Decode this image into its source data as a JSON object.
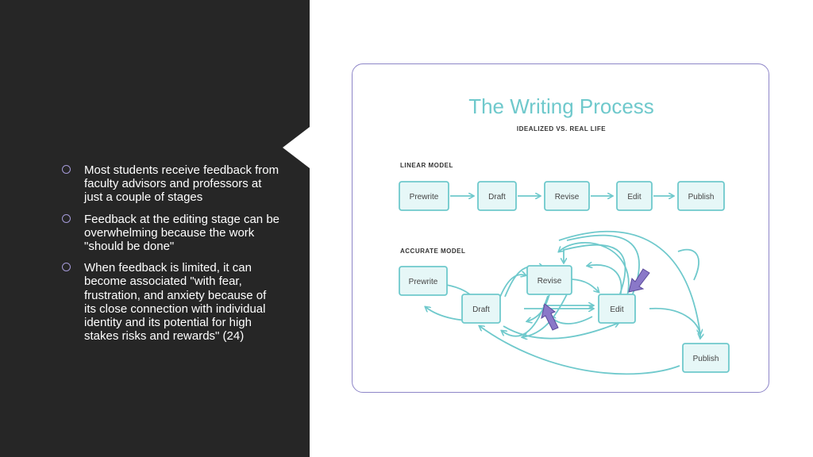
{
  "bullets": [
    "Most students receive feedback from faculty advisors and professors at just a couple of stages",
    "Feedback at the editing stage can be overwhelming because the work \"should be done\"",
    "When feedback is limited, it can become associated \"with fear, frustration, and anxiety because of its close connection with individual identity and its potential for high stakes risks and rewards\" (24)"
  ],
  "figure": {
    "title": "The Writing Process",
    "subtitle": "IDEALIZED VS. REAL LIFE",
    "linear_label": "LINEAR MODEL",
    "accurate_label": "ACCURATE MODEL",
    "linear_steps": [
      "Prewrite",
      "Draft",
      "Revise",
      "Edit",
      "Publish"
    ],
    "accurate_steps": {
      "prewrite": "Prewrite",
      "draft": "Draft",
      "revise": "Revise",
      "edit": "Edit",
      "publish": "Publish"
    }
  },
  "colors": {
    "teal": "#6fc9cc",
    "box_fill": "#e6f7f7",
    "title": "#6fc9cc",
    "arrow_highlight": "#8a78c8"
  }
}
